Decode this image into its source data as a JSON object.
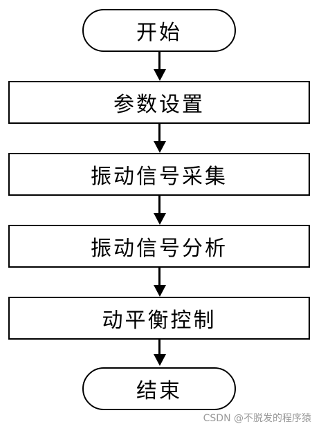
{
  "flowchart": {
    "steps": [
      {
        "label": "开始",
        "shape": "terminal"
      },
      {
        "label": "参数设置",
        "shape": "process"
      },
      {
        "label": "振动信号采集",
        "shape": "process"
      },
      {
        "label": "振动信号分析",
        "shape": "process"
      },
      {
        "label": "动平衡控制",
        "shape": "process"
      },
      {
        "label": "结束",
        "shape": "terminal"
      }
    ]
  },
  "watermark": "CSDN @不脱发的程序猿",
  "colors": {
    "stroke": "#000000",
    "background": "#ffffff",
    "watermark": "#9a9a9a"
  }
}
